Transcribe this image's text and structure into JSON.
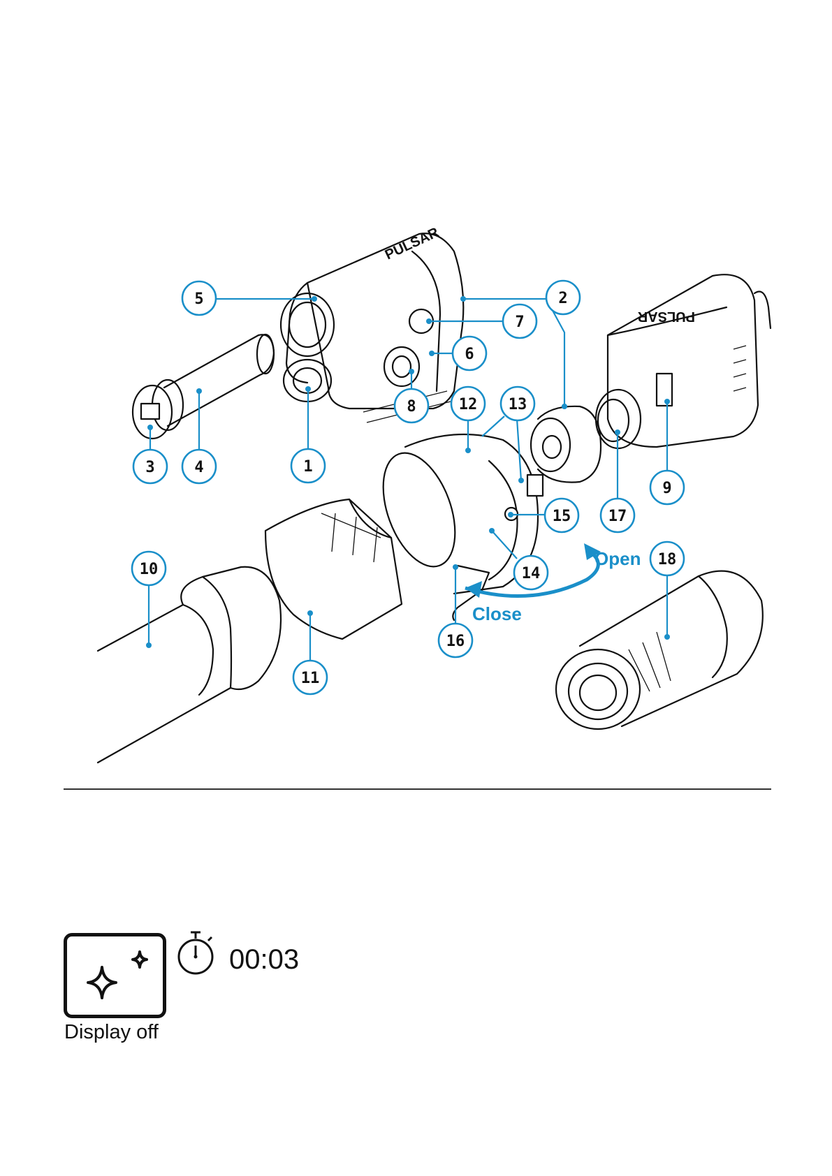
{
  "diagram": {
    "brand_text": "PULSAR",
    "open_label": "Open",
    "close_label": "Close",
    "callouts": [
      "1",
      "2",
      "3",
      "4",
      "5",
      "6",
      "7",
      "8",
      "9",
      "10",
      "11",
      "12",
      "13",
      "14",
      "15",
      "16",
      "17",
      "18"
    ],
    "accent_color": "#1a8fc9"
  },
  "status": {
    "icon": "display-off-icon",
    "label": "Display off",
    "timer_icon": "stopwatch-icon",
    "timer_value": "00:03"
  }
}
